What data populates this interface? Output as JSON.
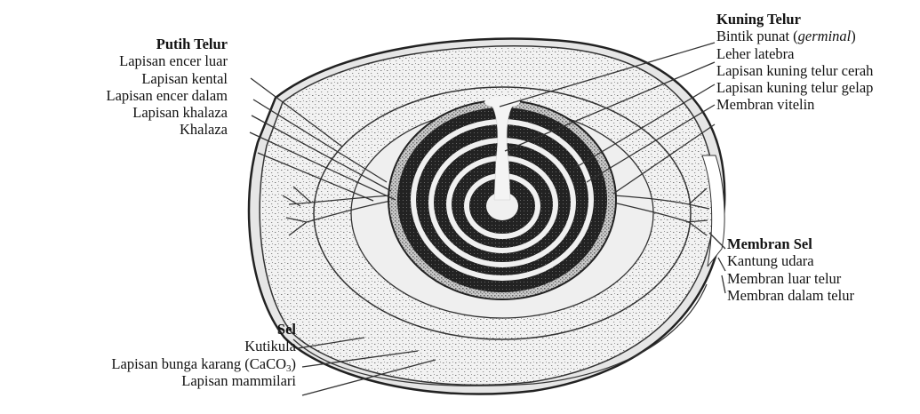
{
  "putih_telur": {
    "title": "Putih Telur",
    "items": [
      "Lapisan  encer luar",
      "Lapisan  kental",
      "Lapisan  encer dalam",
      "Lapisan  khalaza",
      "Khalaza"
    ]
  },
  "kuning_telur": {
    "title": "Kuning Telur",
    "item1_prefix": "Bintik punat (",
    "item1_italic": "germinal",
    "item1_suffix": ")",
    "items": [
      "Leher latebra",
      "Lapisan kuning telur cerah",
      "Lapisan kuning telur gelap",
      "Membran vitelin"
    ]
  },
  "membran_sel": {
    "title": "Membran Sel",
    "items": [
      "Kantung udara",
      "Membran luar telur",
      "Membran dalam telur"
    ]
  },
  "sel": {
    "title": "Sel",
    "item1": "Kutikula",
    "item2_prefix": "Lapisan bunga karang (CaCO",
    "item2_sub": "3",
    "item2_suffix": ")",
    "item3": "Lapisan mammilari"
  },
  "colors": {
    "ink": "#1a1a1a",
    "shell_fill": "#e9e9e9",
    "white_fill": "#f4f4f4",
    "yolk_dark": "#222222"
  }
}
